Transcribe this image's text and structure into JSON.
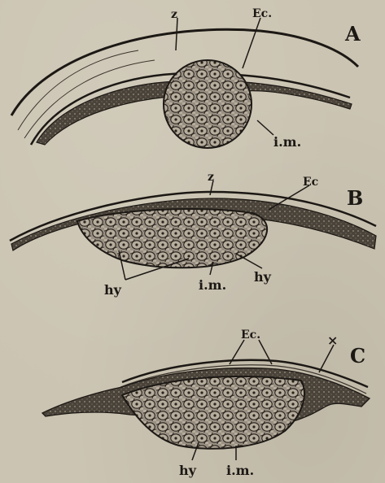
{
  "panels": [
    {
      "letter": "A",
      "labels": {
        "zona": "z",
        "ectoderm": "Ec.",
        "inner_mass": "i.m."
      }
    },
    {
      "letter": "B",
      "labels": {
        "zona": "z",
        "ectoderm": "Ec",
        "hypoblast_left": "hy",
        "inner_mass": "i.m.",
        "hypoblast_right": "hy"
      }
    },
    {
      "letter": "C",
      "labels": {
        "ectoderm": "Ec.",
        "cross": "×",
        "hypoblast": "hy",
        "inner_mass": "i.m."
      }
    }
  ],
  "colors": {
    "ink": "#1c1814",
    "paper": "#cbc4b2",
    "cell_fill": "#9a9184"
  }
}
